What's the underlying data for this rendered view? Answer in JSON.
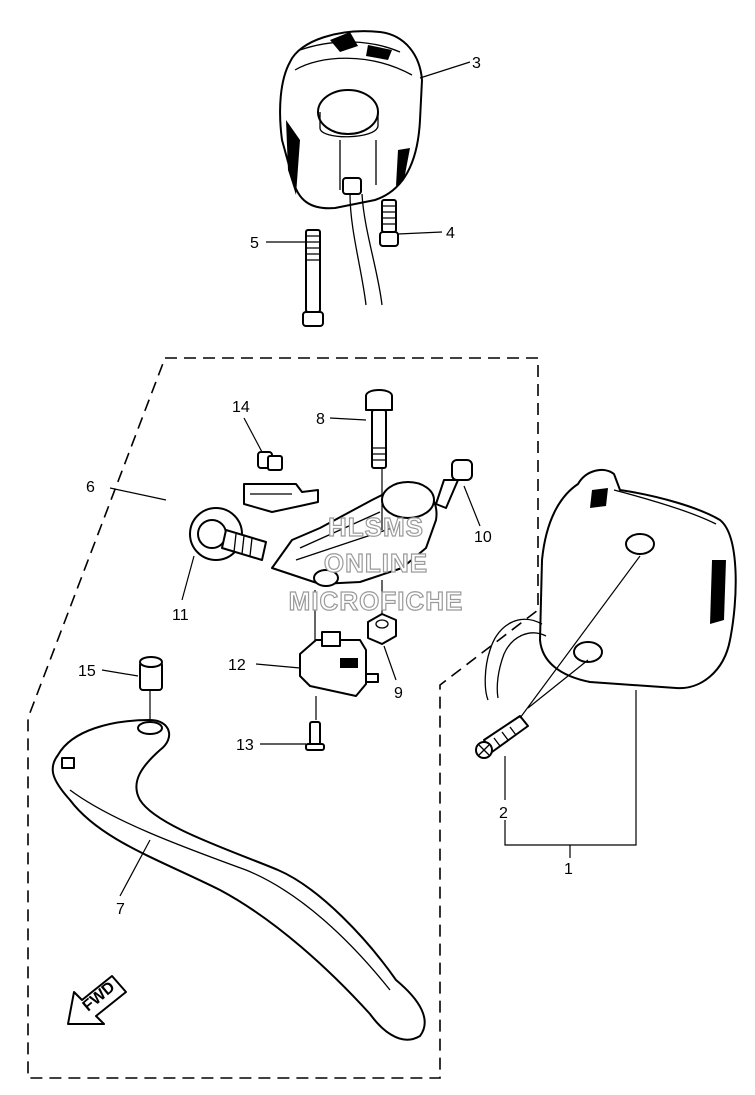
{
  "diagram": {
    "callouts": [
      "1",
      "2",
      "3",
      "4",
      "5",
      "6",
      "7",
      "8",
      "9",
      "10",
      "11",
      "12",
      "13",
      "14",
      "15"
    ],
    "watermark": [
      "HLSMS",
      "ONLINE",
      "MICROFICHE"
    ],
    "arrow_label": "FWD"
  }
}
